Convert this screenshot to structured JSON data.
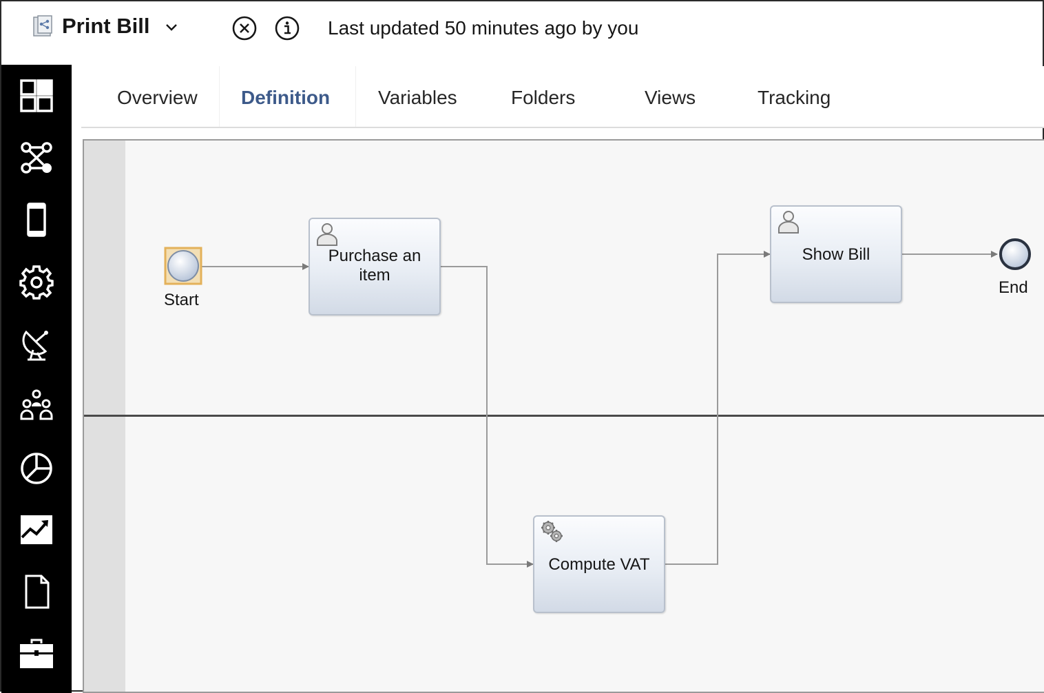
{
  "header": {
    "title": "Print Bill",
    "last_updated": "Last updated 50 minutes ago by you"
  },
  "icons": {
    "app": "process-app-icon",
    "title_menu": "chevron-down-icon",
    "close": "close-circle-icon",
    "info": "info-circle-icon"
  },
  "sidebar": {
    "items": [
      {
        "icon": "dashboard-icon"
      },
      {
        "icon": "process-flow-icon"
      },
      {
        "icon": "mobile-device-icon"
      },
      {
        "icon": "settings-gear-icon"
      },
      {
        "icon": "satellite-dish-icon"
      },
      {
        "icon": "team-icon"
      },
      {
        "icon": "pie-chart-icon"
      },
      {
        "icon": "trend-chart-icon"
      },
      {
        "icon": "document-icon"
      },
      {
        "icon": "toolbox-icon"
      }
    ]
  },
  "tabs": [
    {
      "label": "Overview"
    },
    {
      "label": "Definition",
      "active": true
    },
    {
      "label": "Variables"
    },
    {
      "label": "Folders"
    },
    {
      "label": "Views"
    },
    {
      "label": "Tracking"
    }
  ],
  "diagram": {
    "start_label": "Start",
    "end_label": "End",
    "tasks": {
      "purchase": {
        "line1": "Purchase an",
        "line2": "item",
        "type": "user-task"
      },
      "compute": {
        "label": "Compute VAT",
        "type": "system-task"
      },
      "show": {
        "label": "Show Bill",
        "type": "user-task"
      }
    }
  },
  "colors": {
    "accent": "#3d5a8a",
    "sidebar_bg": "#000000",
    "canvas_bg": "#f7f7f7",
    "start_highlight": "#e3b15a"
  }
}
